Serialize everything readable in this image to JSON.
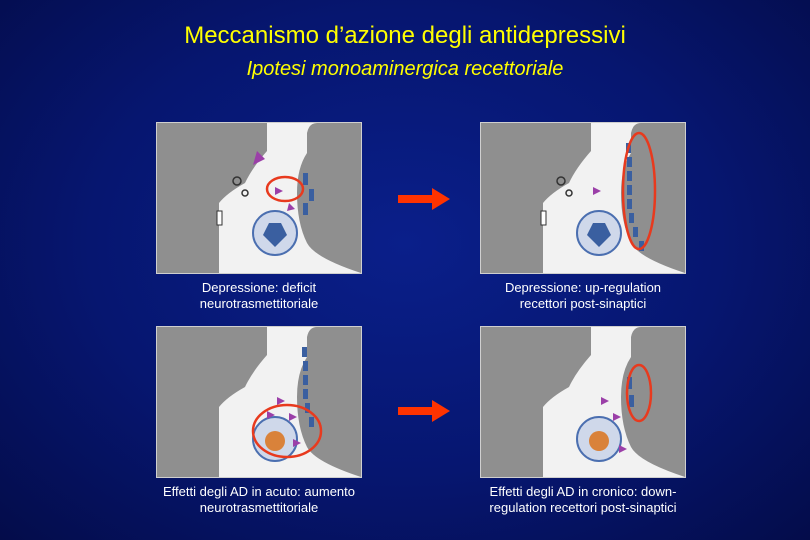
{
  "slide": {
    "title": "Meccanismo d’azione degli antidepressivi",
    "subtitle": "Ipotesi monoaminergica recettoriale"
  },
  "panels": [
    {
      "caption_line1": "Depressione: deficit",
      "caption_line2": "neurotrasmettitoriale"
    },
    {
      "caption_line1": "Depressione: up-regulation",
      "caption_line2": "recettori post-sinaptici"
    },
    {
      "caption_line1": "Effetti degli AD in acuto: aumento",
      "caption_line2": "neurotrasmettitoriale"
    },
    {
      "caption_line1": "Effetti degli AD in cronico: down-",
      "caption_line2": "regulation recettori post-sinaptici"
    }
  ],
  "colors": {
    "title": "#ffff00",
    "caption": "#ffffff",
    "arrow": "#ff3300",
    "highlight_circle": "#e83a1e",
    "neuron": "#9a9a9a",
    "receptor": "#3a5fa0",
    "neurotransmitter": "#9b3fa8"
  },
  "icons": [
    "right-arrow-icon"
  ]
}
